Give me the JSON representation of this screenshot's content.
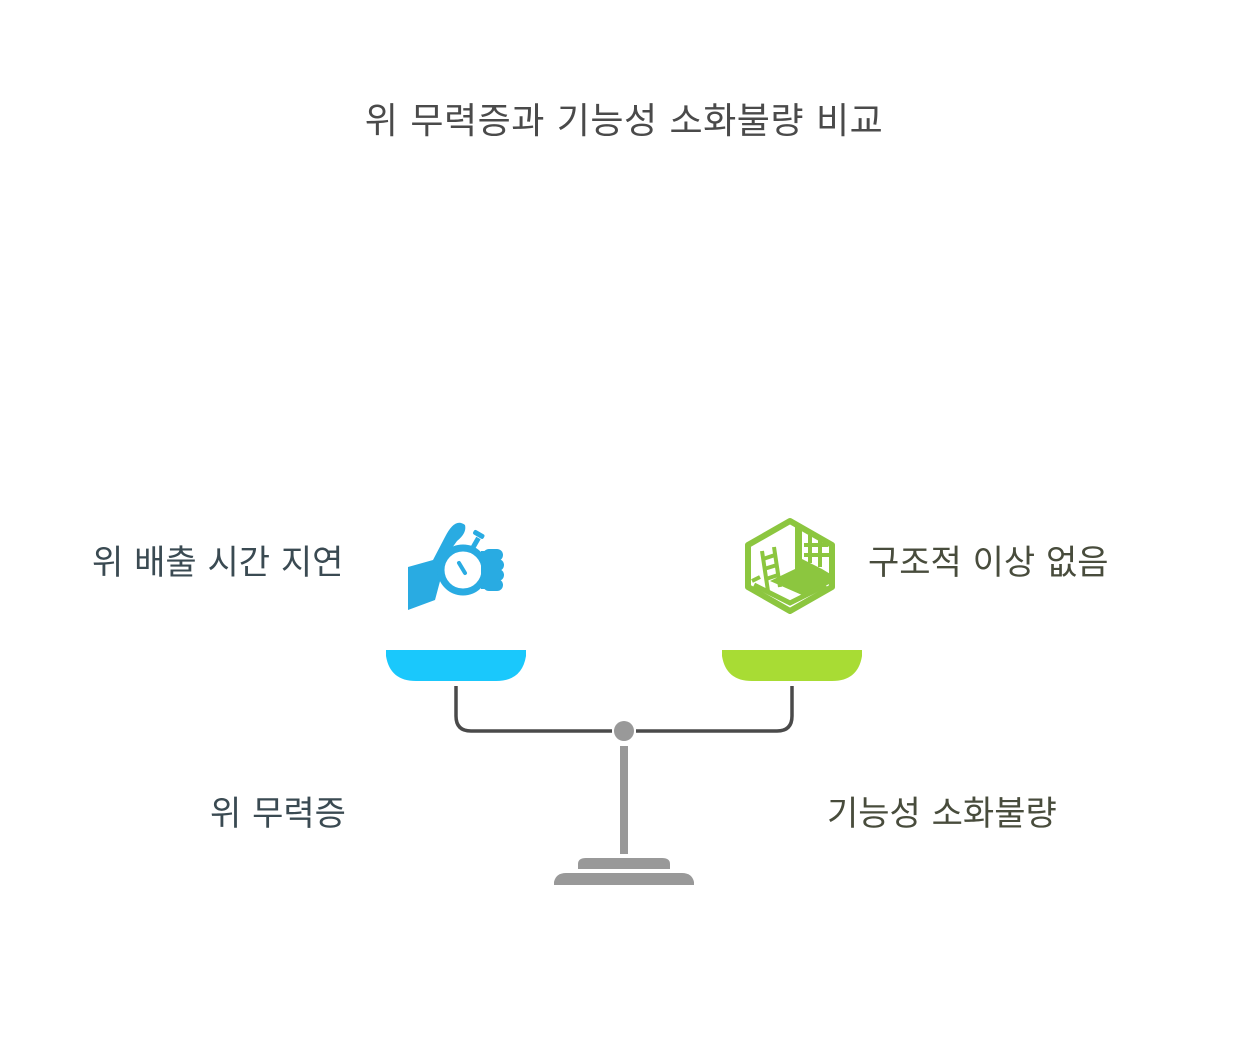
{
  "title": "위 무력증과 기능성 소화불량 비교",
  "left": {
    "category": "위 무력증",
    "factor": "위 배출 시간 지연",
    "icon": "hand-stopwatch-icon",
    "color": "#1ac8fc",
    "icon_color": "#29abe2"
  },
  "right": {
    "category": "기능성 소화불량",
    "factor": "구조적 이상 없음",
    "icon": "building-ladder-icon",
    "color": "#a8dc34",
    "icon_color": "#8cc63f"
  },
  "scale": {
    "beam_color": "#4a4a4a",
    "stand_color": "#999999"
  }
}
